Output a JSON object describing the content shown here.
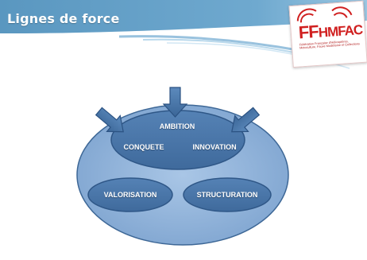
{
  "header": {
    "title": "Lignes de force"
  },
  "logo": {
    "main": "FF",
    "tail": "HMFAC",
    "subtitle": "Fédération Française d'Hélicoptères, Motoculture, Fauve Modélisme et Collections",
    "colors": {
      "primary": "#d02020"
    }
  },
  "diagram": {
    "labels": {
      "ambition": "AMBITION",
      "conquete": "CONQUETE",
      "innovation": "INNOVATION",
      "valorisation": "VALORISATION",
      "structuration": "STRUCTURATION"
    },
    "colors": {
      "outer_fill": "#7fa5cf",
      "inner_fill": "#4a76a8",
      "arrow_fill": "#3f6c9f",
      "header_band": "#5f9cc4"
    }
  }
}
